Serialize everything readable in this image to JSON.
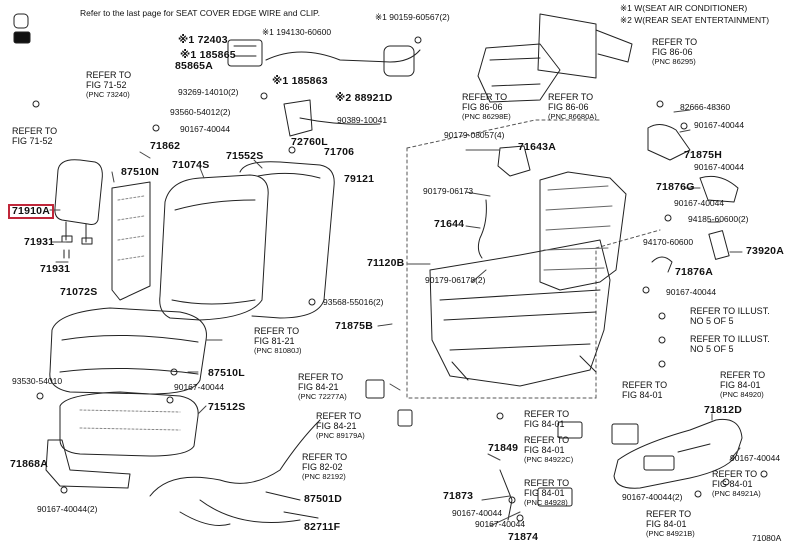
{
  "header": {
    "note": "Refer to the last page for SEAT COVER EDGE WIRE and CLIP.",
    "legend_1": "※1 W(SEAT AIR CONDITIONER)",
    "legend_2": "※2 W(REAR SEAT ENTERTAINMENT)"
  },
  "figure_id": "71080A",
  "part_labels": [
    {
      "id": "72403",
      "text": "※1 72403"
    },
    {
      "id": "194130",
      "text": "※1 194130-60600"
    },
    {
      "id": "185865",
      "text": "※1 185865"
    },
    {
      "id": "85865A",
      "text": "85865A"
    },
    {
      "id": "185863",
      "text": "※1 185863"
    },
    {
      "id": "93269",
      "text": "93269-14010(2)"
    },
    {
      "id": "90159",
      "text": "※1 90159-60567(2)"
    },
    {
      "id": "93560",
      "text": "93560-54012(2)"
    },
    {
      "id": "90167a",
      "text": "90167-40044"
    },
    {
      "id": "71862",
      "text": "71862"
    },
    {
      "id": "72760L",
      "text": "72760L"
    },
    {
      "id": "88921D",
      "text": "※2 88921D"
    },
    {
      "id": "90389",
      "text": "90389-10041"
    },
    {
      "id": "71706",
      "text": "71706"
    },
    {
      "id": "79121",
      "text": "79121"
    },
    {
      "id": "87510N",
      "text": "87510N"
    },
    {
      "id": "71074S",
      "text": "71074S"
    },
    {
      "id": "71552S",
      "text": "71552S"
    },
    {
      "id": "71910A",
      "text": "71910A"
    },
    {
      "id": "71931a",
      "text": "71931"
    },
    {
      "id": "71931b",
      "text": "71931"
    },
    {
      "id": "71072S",
      "text": "71072S"
    },
    {
      "id": "93568",
      "text": "93568-55016(2)"
    },
    {
      "id": "71120B",
      "text": "71120B"
    },
    {
      "id": "71875B",
      "text": "71875B"
    },
    {
      "id": "90179a",
      "text": "90179-08057(4)"
    },
    {
      "id": "71643A",
      "text": "71643A"
    },
    {
      "id": "90179b",
      "text": "90179-06173"
    },
    {
      "id": "71644",
      "text": "71644"
    },
    {
      "id": "90179c",
      "text": "90179-06178(2)"
    },
    {
      "id": "82666",
      "text": "82666-48360"
    },
    {
      "id": "90167b",
      "text": "90167-40044"
    },
    {
      "id": "71875H",
      "text": "71875H"
    },
    {
      "id": "90167c",
      "text": "90167-40044"
    },
    {
      "id": "71876G",
      "text": "71876G"
    },
    {
      "id": "90167d",
      "text": "90167-40044"
    },
    {
      "id": "94185",
      "text": "94185-60600(2)"
    },
    {
      "id": "94170",
      "text": "94170-60600"
    },
    {
      "id": "73920A",
      "text": "73920A"
    },
    {
      "id": "71876A",
      "text": "71876A"
    },
    {
      "id": "90167e",
      "text": "90167-40044"
    },
    {
      "id": "93530",
      "text": "93530-54010"
    },
    {
      "id": "87510L",
      "text": "87510L"
    },
    {
      "id": "90167f",
      "text": "90167-40044"
    },
    {
      "id": "71512S",
      "text": "71512S"
    },
    {
      "id": "71868A",
      "text": "71868A"
    },
    {
      "id": "90167g",
      "text": "90167-40044(2)"
    },
    {
      "id": "87501D",
      "text": "87501D"
    },
    {
      "id": "82711F",
      "text": "82711F"
    },
    {
      "id": "71849",
      "text": "71849"
    },
    {
      "id": "71873",
      "text": "71873"
    },
    {
      "id": "90167h",
      "text": "90167-40044"
    },
    {
      "id": "90167i",
      "text": "90167-40044"
    },
    {
      "id": "71874",
      "text": "71874"
    },
    {
      "id": "71812D",
      "text": "71812D"
    },
    {
      "id": "90167j",
      "text": "90167-40044"
    },
    {
      "id": "90167k",
      "text": "90167-40044(2)"
    }
  ],
  "references": [
    {
      "id": "r1",
      "line1": "REFER TO",
      "line2": "FIG 71-52",
      "line3": "(PNC 73240)"
    },
    {
      "id": "r2",
      "line1": "REFER TO",
      "line2": "FIG 71-52",
      "line3": ""
    },
    {
      "id": "r3",
      "line1": "REFER TO",
      "line2": "FIG 86-06",
      "line3": "(PNC 86295)"
    },
    {
      "id": "r4",
      "line1": "REFER TO",
      "line2": "FIG 86-06",
      "line3": "(PNC 86298E)"
    },
    {
      "id": "r5",
      "line1": "REFER TO",
      "line2": "FIG 86-06",
      "line3": "(PNC 86680A)"
    },
    {
      "id": "r6",
      "line1": "REFER TO",
      "line2": "FIG 81-21",
      "line3": "(PNC 81080J)"
    },
    {
      "id": "r7",
      "line1": "REFER TO",
      "line2": "FIG 84-21",
      "line3": "(PNC 72277A)"
    },
    {
      "id": "r8",
      "line1": "REFER TO",
      "line2": "FIG 84-21",
      "line3": "(PNC 89179A)"
    },
    {
      "id": "r9",
      "line1": "REFER TO",
      "line2": "FIG 82-02",
      "line3": "(PNC 82192)"
    },
    {
      "id": "r10",
      "line1": "REFER TO",
      "line2": "FIG 84-01",
      "line3": ""
    },
    {
      "id": "r11",
      "line1": "REFER TO",
      "line2": "FIG 84-01",
      "line3": "(PNC 84922C)"
    },
    {
      "id": "r12",
      "line1": "REFER TO",
      "line2": "FIG 84-01",
      "line3": ""
    },
    {
      "id": "r13",
      "line1": "REFER TO",
      "line2": "FIG 84-01",
      "line3": "(PNC 84920)"
    },
    {
      "id": "r14",
      "line1": "REFER TO",
      "line2": "FIG 84-01",
      "line3": "(PNC 84928)"
    },
    {
      "id": "r15",
      "line1": "REFER TO",
      "line2": "FIG 84-01",
      "line3": "(PNC 84921A)"
    },
    {
      "id": "r16",
      "line1": "REFER TO",
      "line2": "FIG 84-01",
      "line3": "(PNC 84921B)"
    },
    {
      "id": "r17",
      "line1": "REFER TO ILLUST.",
      "line2": "NO 5 OF 5",
      "line3": ""
    },
    {
      "id": "r18",
      "line1": "REFER TO ILLUST.",
      "line2": "NO 5 OF 5",
      "line3": ""
    }
  ]
}
